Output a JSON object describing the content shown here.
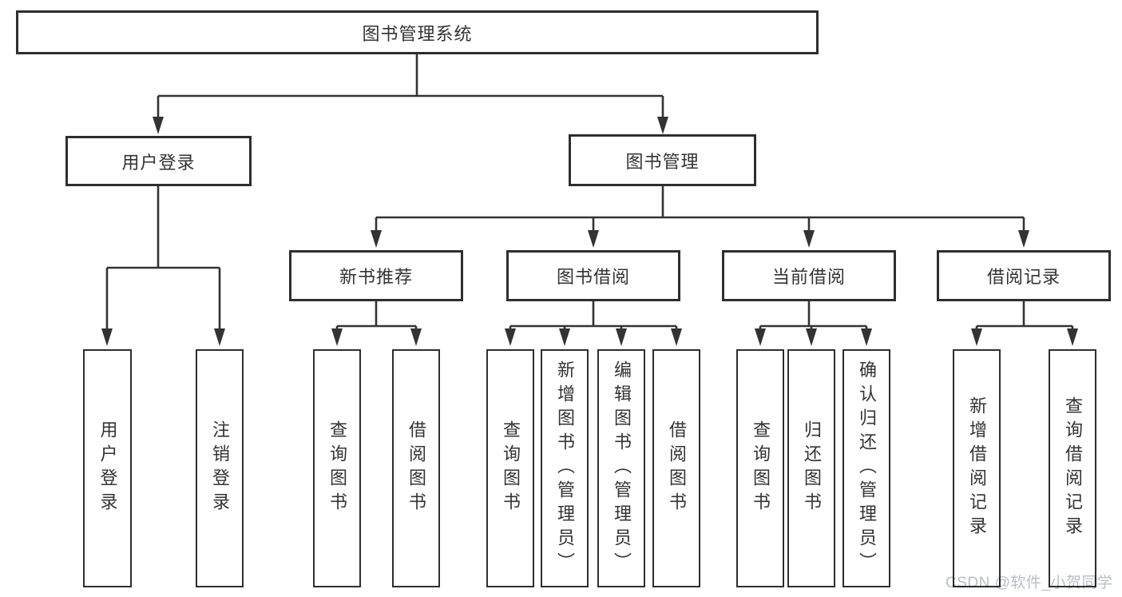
{
  "diagram": {
    "watermark": "CSDN @软件_小贺同学",
    "colors": {
      "line": "#333333",
      "box-border": "#2e2e2e",
      "text": "#333333",
      "watermark": "#b9bec6",
      "bg": "#ffffff"
    },
    "tree": {
      "label": "图书管理系统",
      "children": [
        {
          "label": "用户登录",
          "children": [
            {
              "label": "用户登录"
            },
            {
              "label": "注销登录"
            }
          ]
        },
        {
          "label": "图书管理",
          "children": [
            {
              "label": "新书推荐",
              "children": [
                {
                  "label": "查询图书"
                },
                {
                  "label": "借阅图书"
                }
              ]
            },
            {
              "label": "图书借阅",
              "children": [
                {
                  "label": "查询图书"
                },
                {
                  "label": "新增图书（管理员）"
                },
                {
                  "label": "编辑图书（管理员）"
                },
                {
                  "label": "借阅图书"
                }
              ]
            },
            {
              "label": "当前借阅",
              "children": [
                {
                  "label": "查询图书"
                },
                {
                  "label": "归还图书"
                },
                {
                  "label": "确认归还（管理员）"
                }
              ]
            },
            {
              "label": "借阅记录",
              "children": [
                {
                  "label": "新增借阅记录"
                },
                {
                  "label": "查询借阅记录"
                }
              ]
            }
          ]
        }
      ]
    }
  }
}
